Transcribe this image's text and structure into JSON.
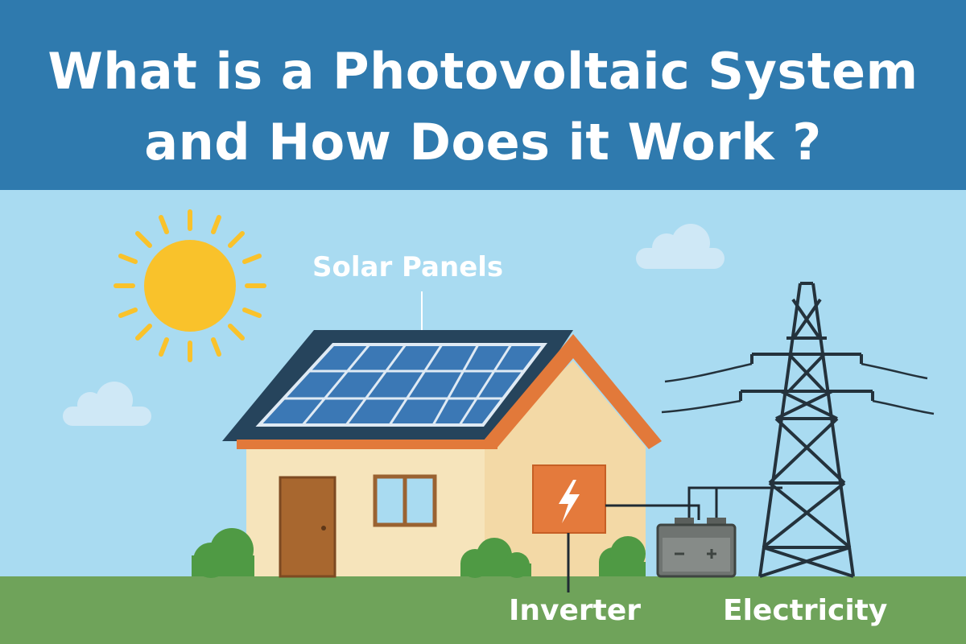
{
  "title": {
    "line1": "What is a Photovoltaic System",
    "line2": "and How Does it Work ?"
  },
  "labels": {
    "solar_panels": "Solar Panels",
    "inverter": "Inverter",
    "electricity": "Electricity"
  },
  "colors": {
    "banner": "#2f7aae",
    "sky": "#a9dbf1",
    "grass": "#6fa35a",
    "sun": "#f9c22b",
    "roof": "#26445c",
    "roof_trim": "#e2793a",
    "wall": "#f6e4bb",
    "solar_cell": "#3b78b5",
    "door": "#a8672f",
    "inverter": "#e47a3c",
    "battery": "#6f7471",
    "tower": "#24323c",
    "bush": "#4f9a44"
  },
  "icons": [
    "sun-icon",
    "cloud-icon",
    "lightning-bolt-icon",
    "battery-icon",
    "power-tower-icon"
  ]
}
